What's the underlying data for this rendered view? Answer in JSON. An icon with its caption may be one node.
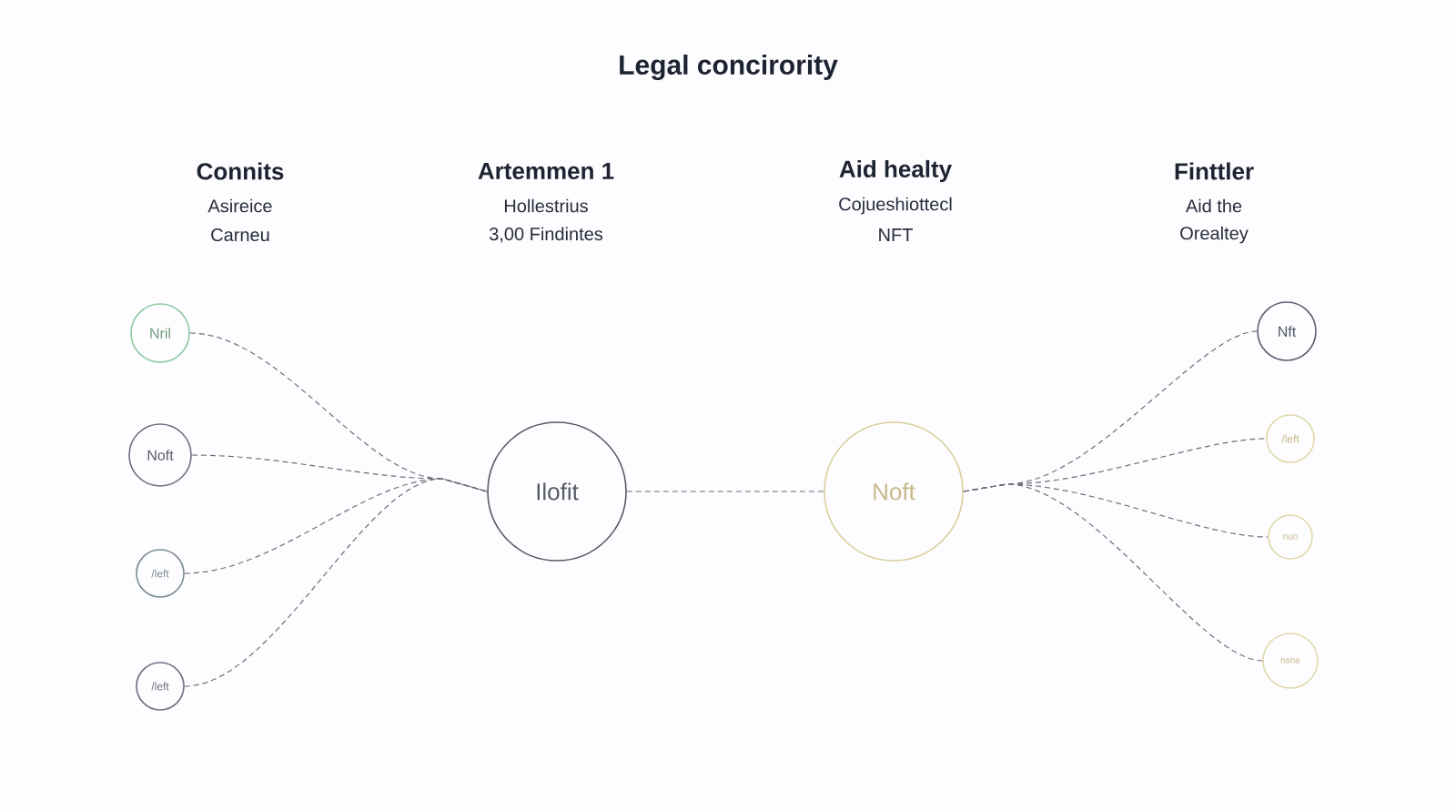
{
  "diagram": {
    "title": "Legal concirority",
    "nodes": [
      {
        "text": [
          "Nril"
        ]
      },
      {
        "text": [
          "Noft"
        ]
      },
      {
        "text": [
          "/left"
        ]
      },
      {
        "text": [
          "/left"
        ]
      },
      {
        "text": [
          "Ilofit"
        ]
      },
      {
        "text": [
          "Noft"
        ]
      },
      {
        "text": [
          "Nft"
        ]
      },
      {
        "text": [
          "/left"
        ]
      },
      {
        "text": [
          "nun"
        ]
      },
      {
        "text": [
          "nsne"
        ]
      }
    ],
    "edges": [
      {
        "from": 0,
        "to": 4,
        "arrow": "none",
        "style": "dashed"
      },
      {
        "from": 1,
        "to": 4,
        "arrow": "none",
        "style": "dashed"
      },
      {
        "from": 2,
        "to": 4,
        "arrow": "none",
        "style": "dashed"
      },
      {
        "from": 3,
        "to": 4,
        "arrow": "none",
        "style": "dashed"
      },
      {
        "from": 4,
        "to": 5,
        "arrow": "none",
        "style": "dashed"
      },
      {
        "from": 5,
        "to": 6,
        "arrow": "none",
        "style": "dashed"
      },
      {
        "from": 5,
        "to": 7,
        "arrow": "none",
        "style": "dashed"
      },
      {
        "from": 5,
        "to": 8,
        "arrow": "none",
        "style": "dashed"
      },
      {
        "from": 5,
        "to": 9,
        "arrow": "none",
        "style": "dashed"
      }
    ],
    "labels": [
      "Connits",
      "Asireice",
      "Carneu",
      "Artemmen 1",
      "Hollestrius",
      "3,00 Findintes",
      "Aid healty",
      "Cojueshiottecl",
      "NFT",
      "Finttler",
      "Aid the",
      "Orealtey"
    ]
  }
}
